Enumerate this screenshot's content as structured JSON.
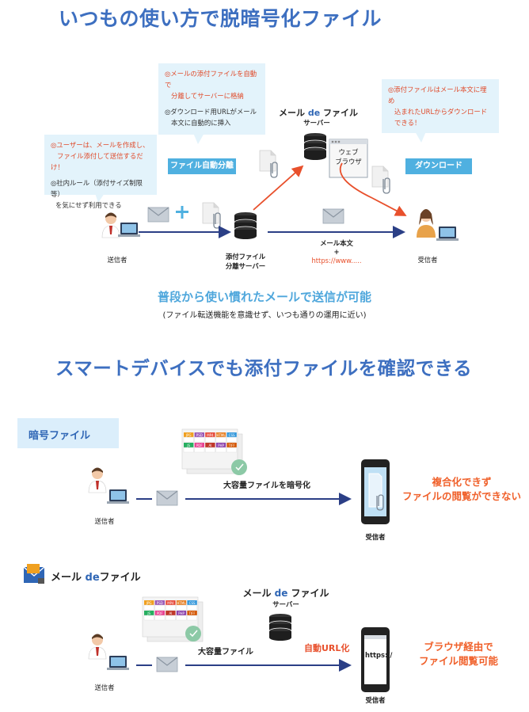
{
  "section1": {
    "title": "いつもの使い方で脱暗号化ファイル",
    "bubble_left": {
      "line1a": "◎ユーザーは、メールを作成し、",
      "line1b": "ファイル添付して送信するだけ！",
      "line2a": "◎社内ルール（添付サイズ制限等）",
      "line2b": "を気にせず利用できる"
    },
    "bubble_mid": {
      "line1a": "◎メールの添付ファイルを自動で",
      "line1b": "分離してサーバーに格納",
      "line2a": "◎ダウンロード用URLがメール",
      "line2b": "本文に自動的に挿入"
    },
    "bubble_right": {
      "line1a": "◎添付ファイルはメール本文に埋め",
      "line1b": "込まれたURLからダウンロード",
      "line1c": "できる！"
    },
    "tag_split": "ファイル自動分離",
    "tag_download": "ダウンロード",
    "brand_prefix": "メール ",
    "brand_de": "de",
    "brand_suffix": " ファイル",
    "server_label": "サーバー",
    "browser_label_1": "ウェブ",
    "browser_label_2": "ブラウザ",
    "sender_label": "送信者",
    "split_server_label_1": "添付ファイル",
    "split_server_label_2": "分離サーバー",
    "mail_body_label": "メール本文",
    "plus": "+",
    "url_label": "https://www.....",
    "receiver_label": "受信者",
    "headline": "普段から使い慣れたメールで送信が可能",
    "subline": "(ファイル転送機能を意識せず、いつも通りの運用に近い)"
  },
  "section2": {
    "title": "スマートデバイスでも添付ファイルを確認できる",
    "tab_encrypted": "暗号ファイル",
    "file_types_row1": [
      "JPG",
      "PSD",
      "MP4",
      "HTML",
      "CSS"
    ],
    "file_types_row2": [
      "JS",
      "PDF",
      "AI",
      "PHP",
      "TIFF"
    ],
    "encrypted_caption": "大容量ファイルを暗号化",
    "sender_label": "送信者",
    "receiver_label": "受信者",
    "encrypted_result_1": "複合化できず",
    "encrypted_result_2": "ファイルの閲覧ができない",
    "brand_prefix": "メール ",
    "brand_de": "de",
    "brand_suffix": "ファイル",
    "brand_server_prefix": "メール ",
    "brand_server_de": "de",
    "brand_server_suffix": " ファイル",
    "server_label": "サーバー",
    "large_file_caption": "大容量ファイル",
    "auto_url": "自動URL化",
    "phone_url": "https://",
    "mdf_result_1": "ブラウザ経由で",
    "mdf_result_2": "ファイル閲覧可能"
  },
  "colors": {
    "title_blue": "#3d6fc0",
    "arrow_navy": "#2b3f86",
    "accent_orange": "#e8502c",
    "tag_blue": "#4fb0e0",
    "bubble_bg": "#e3f3fb"
  }
}
